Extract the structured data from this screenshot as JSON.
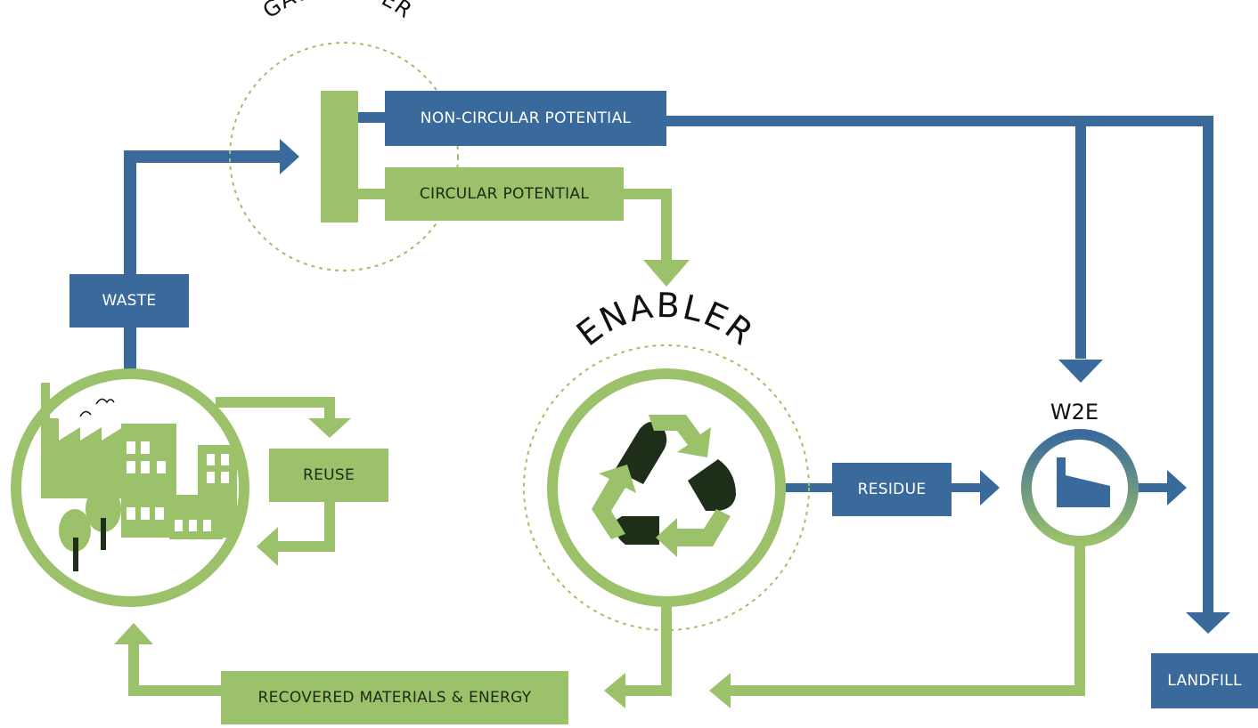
{
  "labels": {
    "gatekeeper": "GATEKEEPER",
    "enabler": "ENABLER",
    "w2e": "W2E",
    "non_circular": "NON-CIRCULAR POTENTIAL",
    "circular": "CIRCULAR POTENTIAL",
    "waste": "WASTE",
    "reuse": "REUSE",
    "residue": "RESIDUE",
    "landfill": "LANDFILL",
    "recovered": "RECOVERED MATERIALS & ENERGY"
  },
  "colors": {
    "blue": "#3a6a9b",
    "green": "#9bc26a",
    "dark_green": "#1f2e18"
  },
  "icons": {
    "city": "factory-city-icon",
    "recycle": "recycle-icon",
    "w2e": "incinerator-icon"
  }
}
